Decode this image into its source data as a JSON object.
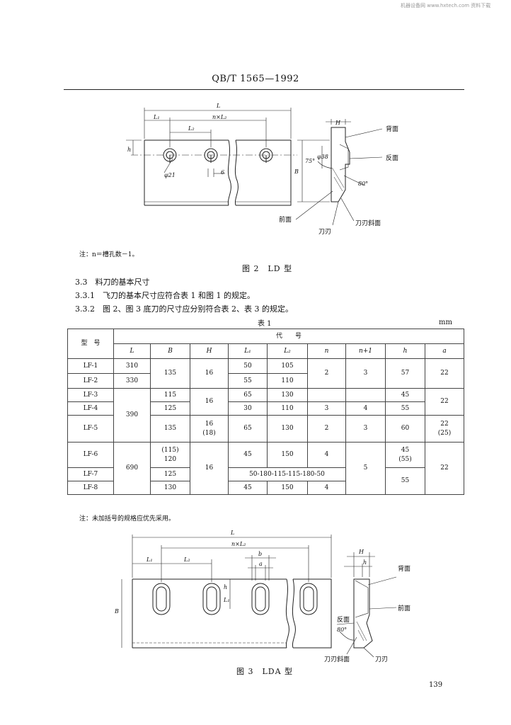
{
  "watermark": "机器设备网 www.hxtech.com 资料下载",
  "header": "QB/T 1565—1992",
  "fig2": {
    "labels": {
      "L": "L",
      "L1": "L₁",
      "nL2": "n×L₂",
      "L2": "L₂",
      "h": "h",
      "phi21": "φ21",
      "six": "6",
      "H": "H",
      "B": "B",
      "phi38": "φ38",
      "a75": "75°",
      "a80": "80°",
      "back": "背面",
      "reverse": "反面",
      "front": "前面",
      "edge": "刀刃",
      "edge_bevel": "刀刃斜面"
    },
    "note": "注：n＝槽孔数－1。",
    "caption": "图 2　LD 型"
  },
  "paras": [
    "3.3　料刀的基本尺寸",
    "3.3.1　飞刀的基本尺寸应符合表 1 和图 1 的规定。",
    "3.3.2　图 2、图 3 底刀的尺寸应分别符合表 2、表 3 的规定。"
  ],
  "table1": {
    "title": "表 1",
    "unit": "mm",
    "head_model": "型　号",
    "head_code": "代　　号",
    "cols": [
      "L",
      "B",
      "H",
      "L₁",
      "L₂",
      "n",
      "n+1",
      "h",
      "a"
    ],
    "rows": {
      "r1": {
        "model": "LF-1",
        "L": "310",
        "L1": "50",
        "L2": "105"
      },
      "r2": {
        "model": "LF-2",
        "L": "330",
        "L1": "55",
        "L2": "110"
      },
      "g12": {
        "B": "135",
        "H": "16",
        "n": "2",
        "n1": "3",
        "h": "57",
        "a": "22"
      },
      "r3": {
        "model": "LF-3",
        "B": "115",
        "L1": "65",
        "L2": "130",
        "h": "45"
      },
      "r4": {
        "model": "LF-4",
        "B": "125",
        "L1": "30",
        "L2": "110",
        "n": "3",
        "n1": "4",
        "h": "55"
      },
      "g34": {
        "H": "16",
        "a": "22"
      },
      "L345": "390",
      "r5": {
        "model": "LF-5",
        "B": "135",
        "H": "16",
        "H2": "(18)",
        "L1": "65",
        "L2": "130",
        "n": "2",
        "n1": "3",
        "h": "60",
        "a": "22",
        "a2": "(25)"
      },
      "r6": {
        "model": "LF-6",
        "B": "(115)",
        "B2": "120",
        "L1": "45",
        "L2": "150",
        "n": "4",
        "h": "45",
        "h2": "(55)"
      },
      "r7": {
        "model": "LF-7",
        "B": "125",
        "L12": "50-180-115-115-180-50"
      },
      "r8": {
        "model": "LF-8",
        "B": "130",
        "L1": "45",
        "L2": "150",
        "n": "4"
      },
      "g678": {
        "L": "690",
        "H": "16",
        "n1": "5",
        "a": "22"
      },
      "g78h": "55"
    },
    "note": "注：未加括号的规格应优先采用。"
  },
  "fig3": {
    "labels": {
      "L": "L",
      "nL2": "n×L₂",
      "L1": "L₁",
      "L2": "L₂",
      "b": "b",
      "a": "a",
      "h": "h",
      "B": "B",
      "H": "H",
      "a80": "80°",
      "back": "背面",
      "front": "前面",
      "reverse": "反面",
      "edge_bevel": "刀刃斜面",
      "edge": "刀刃"
    },
    "caption": "图 3　LDA 型"
  },
  "page_number": "139"
}
